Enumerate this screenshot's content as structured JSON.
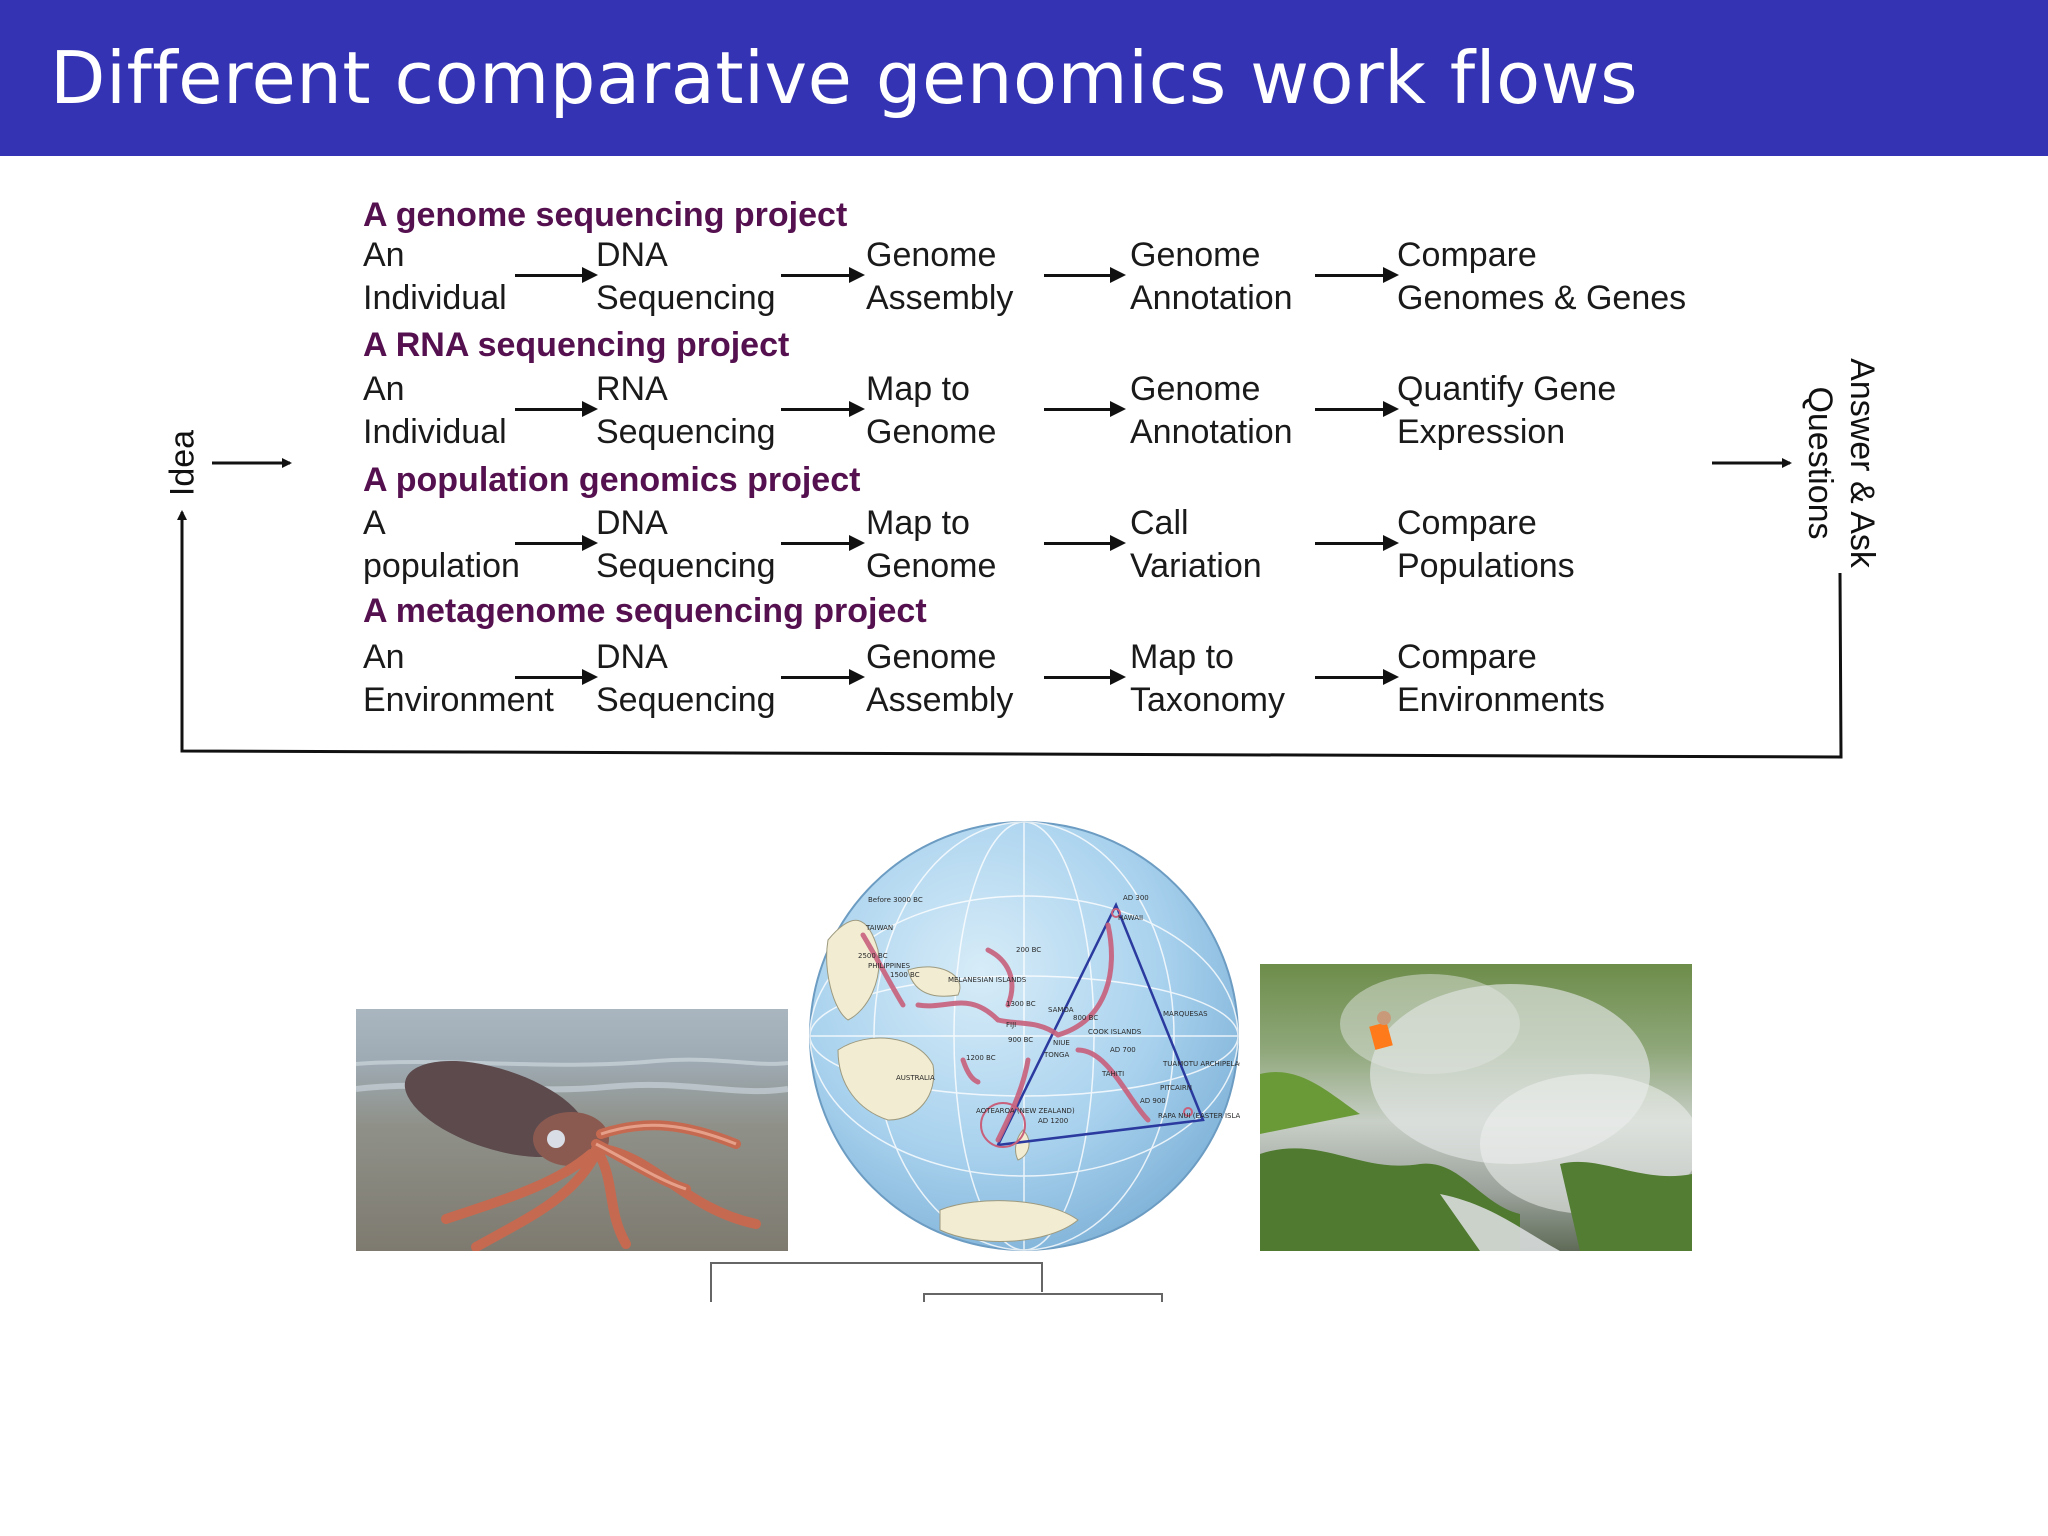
{
  "slide": {
    "title": "Different comparative genomics work flows"
  },
  "loop": {
    "start_label": "Idea",
    "end_label_line1": "Answer & Ask",
    "end_label_line2": "Questions"
  },
  "projects": [
    {
      "title": "A genome sequencing project",
      "steps": [
        "An\nIndividual",
        "DNA\nSequencing",
        "Genome\nAssembly",
        "Genome\nAnnotation",
        "Compare\nGenomes & Genes"
      ]
    },
    {
      "title": "A RNA sequencing project",
      "steps": [
        "An\nIndividual",
        "RNA\nSequencing",
        "Map to\nGenome",
        "Genome\nAnnotation",
        "Quantify Gene\nExpression"
      ]
    },
    {
      "title": "A population genomics project",
      "steps": [
        "A\npopulation",
        "DNA\nSequencing",
        "Map to\nGenome",
        "Call\nVariation",
        "Compare\nPopulations"
      ]
    },
    {
      "title": "A metagenome sequencing project",
      "steps": [
        "An\nEnvironment",
        "DNA\nSequencing",
        "Genome\nAssembly",
        "Map to\nTaxonomy",
        "Compare\nEnvironments"
      ]
    }
  ],
  "map": {
    "labels": [
      "Before 3000 BC",
      "TAIWAN",
      "2500 BC",
      "PHILIPPINES",
      "1500 BC",
      "MELANESIAN ISLANDS",
      "1300 BC",
      "200 BC",
      "AD 300",
      "HAWAII",
      "SAMOA",
      "800 BC",
      "FIJI",
      "900 BC",
      "1200 BC",
      "NIUE",
      "TONGA",
      "COOK ISLANDS",
      "AD 700",
      "MARQUESAS",
      "TUAMOTU ARCHIPELAGO",
      "TAHITI",
      "PITCAIRN",
      "AD 900",
      "RAPA NUI (EASTER ISLAND)",
      "AUSTRALIA",
      "AOTEAROA (NEW ZEALAND)",
      "AD 1200"
    ]
  },
  "colors": {
    "header": "#3333b3",
    "project_title": "#55104f",
    "route": "#c8607c",
    "triangle": "#2b3a9e"
  }
}
